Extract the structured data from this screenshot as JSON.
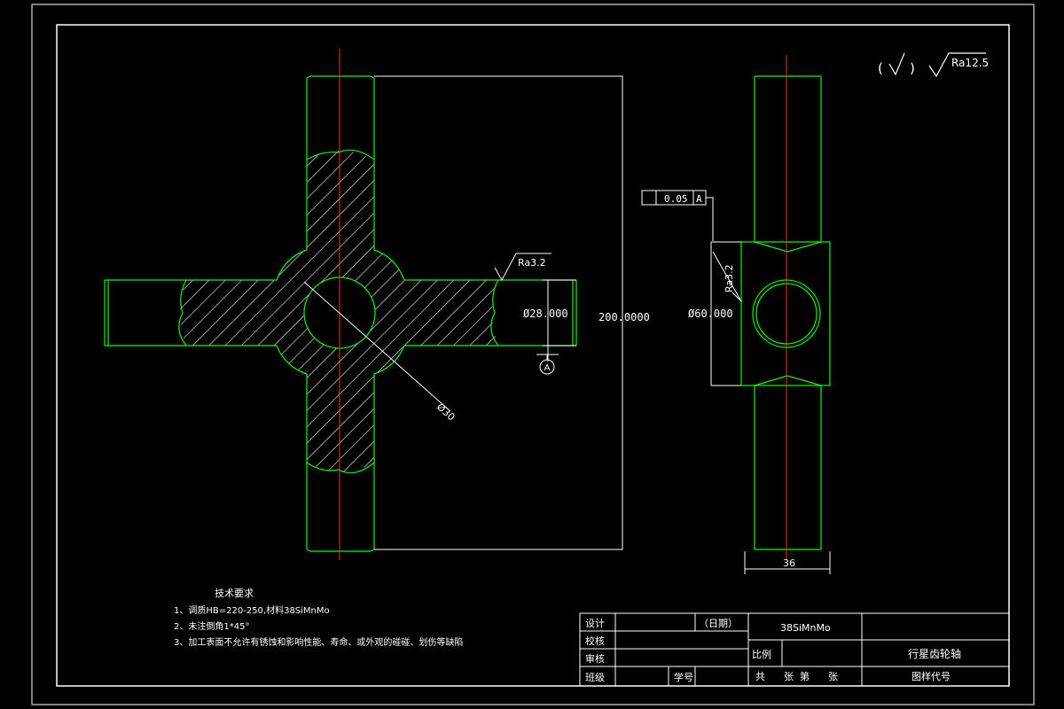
{
  "surface_roughness": {
    "general_paren_open": "(",
    "general_paren_close": ")",
    "general_value": "Ra12.5",
    "top_face": "Ra3.2",
    "side_face": "Ra3.2"
  },
  "dimensions": {
    "shaft_diameter": "Ø28.000",
    "bore_diameter": "Ø30",
    "overall_length": "200.0000",
    "hub_diameter": "Ø60.000",
    "hub_width": "36"
  },
  "datum": {
    "label": "A",
    "tolerance_value": "0.05",
    "tolerance_datum": "A"
  },
  "technical_requirements": {
    "title": "技术要求",
    "items": [
      "1、调质HB=220-250,材料38SiMnMo",
      "2、未注倒角1*45°",
      "3、加工表面不允许有锈蚀和影响性能、寿命、或外观的碰碰、划伤等缺陷"
    ]
  },
  "title_block": {
    "design_label": "设计",
    "date_label": "（日期）",
    "material": "38SiMnMo",
    "check_label": "校核",
    "review_label": "审核",
    "scale_label": "比例",
    "part_name": "行星齿轮轴",
    "class_label": "班级",
    "student_id_label": "学号",
    "sheets_text": "共      张  第      张",
    "drawing_number_label": "图样代号"
  }
}
